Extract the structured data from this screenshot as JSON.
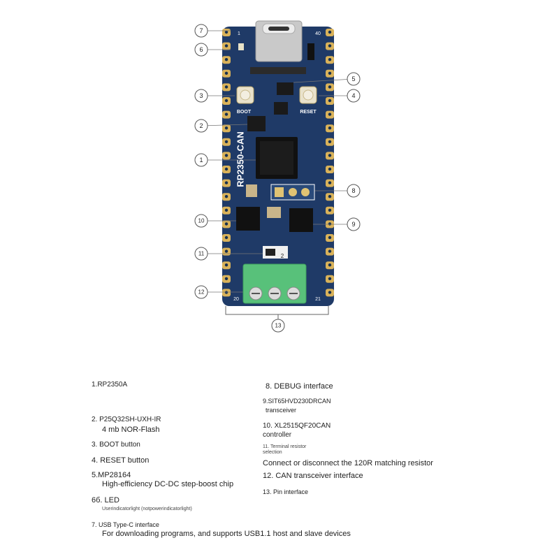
{
  "board": {
    "model": "RP2350-CAN",
    "pin_first": "1",
    "pin_last": "40",
    "pin_bottom_left": "20",
    "pin_bottom_right": "21",
    "boot_label": "BOOT",
    "reset_label": "RESET",
    "switch_mark": "2",
    "callouts": [
      "7",
      "6",
      "5",
      "3",
      "4",
      "2",
      "1",
      "8",
      "10",
      "9",
      "11",
      "12",
      "13"
    ],
    "colors": {
      "pcb": "#1f3a67",
      "pcb_dark": "#17304f",
      "pad": "#d9b25a",
      "terminal": "#58c17a",
      "chip": "#1a1a1a",
      "usb": "#c9c9c9"
    }
  },
  "legend": {
    "l1": "1.RP2350A",
    "l2a": "2. P25Q32SH-UXH-IR",
    "l2b": "4 mb NOR-Flash",
    "l3": "3. BOOT button",
    "l4": "4. RESET button",
    "l5a": "5.MP28164",
    "l5b": "High-efficiency DC-DC step-boost chip",
    "l6a": "6б. LED",
    "l6b": "Userindicatorlight (notpowerindicatorlight)",
    "l7a": "7. USB Type-C interface",
    "l7b": "For downloading programs, and supports USB1.1 host and slave devices",
    "l8": "8. DEBUG interface",
    "l9a": "9.SIT65HVD230DRCAN",
    "l9b": "transceiver",
    "l10a": "10. XL2515QF20CAN",
    "l10b": "controller",
    "l11a": "11. Terminal resistor",
    "l11b": "selection",
    "l11c": "Connect or disconnect the 120R matching resistor",
    "l12": "12. CAN transceiver interface",
    "l13": "13. Pin interface"
  }
}
